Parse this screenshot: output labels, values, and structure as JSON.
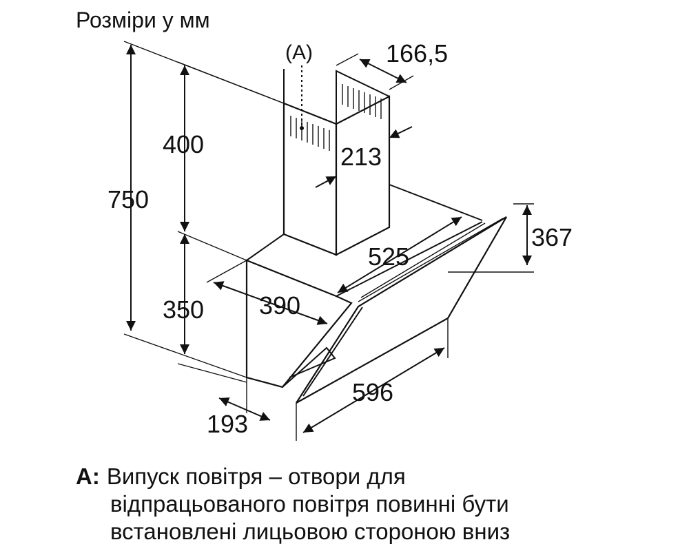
{
  "title": "Розміри у мм",
  "marker": "(A)",
  "dimensions": {
    "d750": "750",
    "d400": "400",
    "d350": "350",
    "d166": "166,5",
    "d213": "213",
    "d367": "367",
    "d525": "525",
    "d390": "390",
    "d596": "596",
    "d193": "193"
  },
  "note": {
    "key": "A:",
    "line1": "Випуск повітря – отвори для",
    "line2": "відпрацьованого повітря повинні бути",
    "line3": "встановлені лицьовою стороною вниз"
  },
  "colors": {
    "ink": "#111111",
    "background": "#ffffff"
  }
}
